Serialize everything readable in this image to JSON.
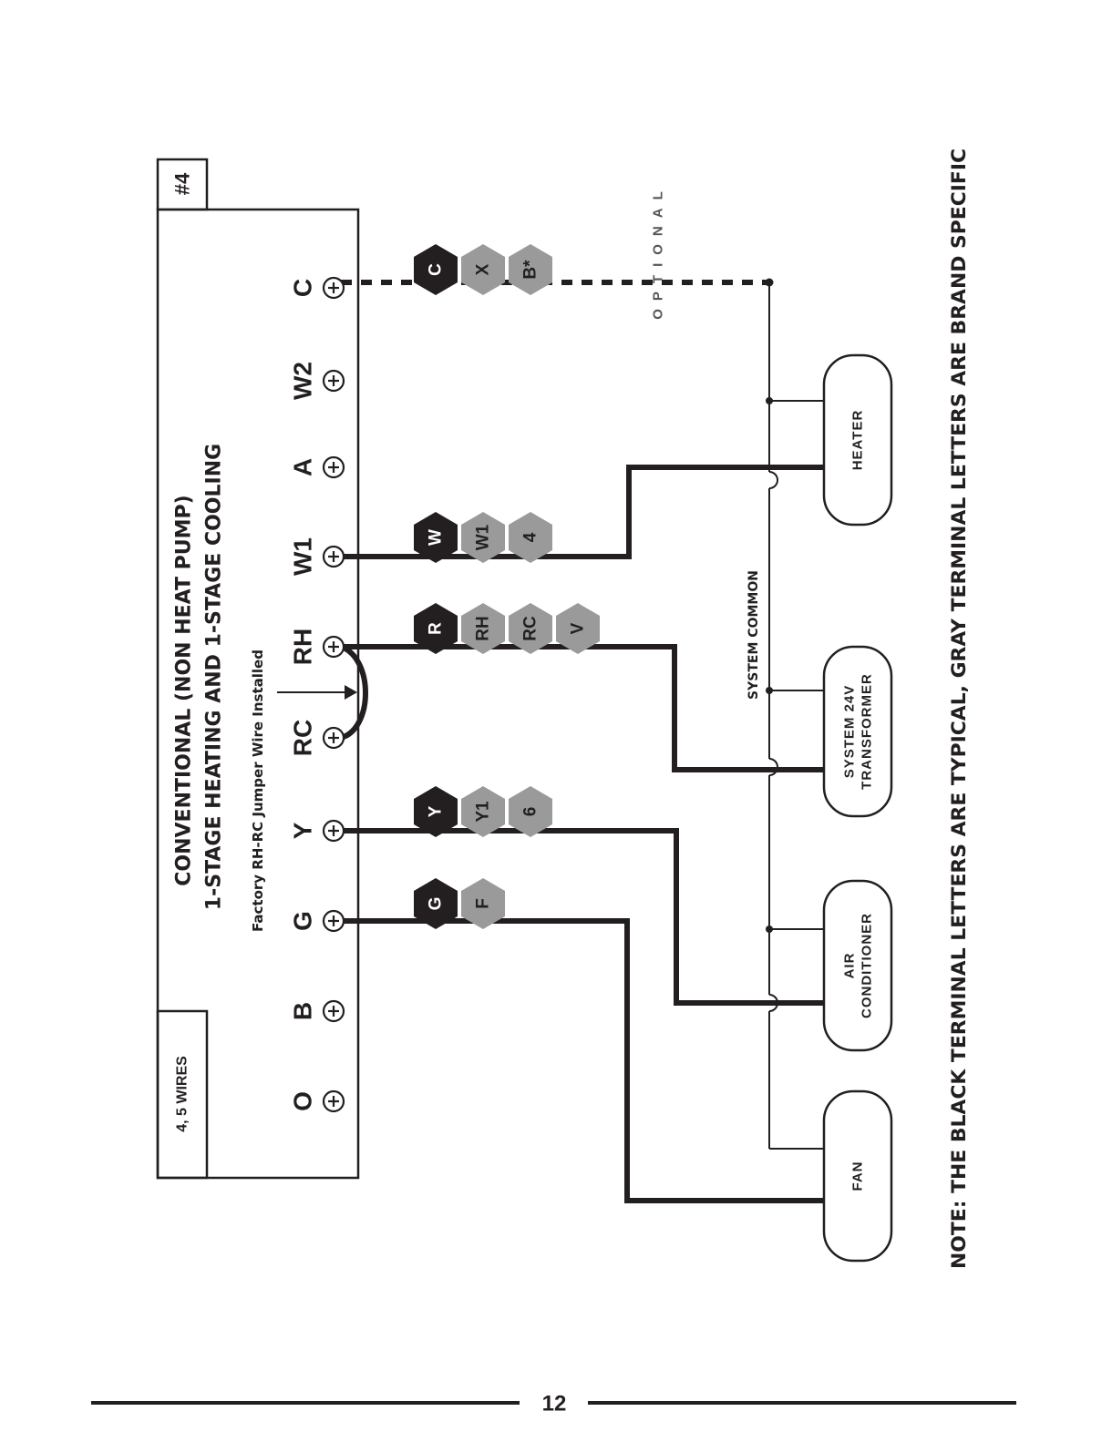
{
  "diagram_number": "#4",
  "wires_label": "4, 5 WIRES",
  "title_line1": "CONVENTIONAL (NON HEAT PUMP)",
  "title_line2": "1-STAGE HEATING AND 1-STAGE COOLING",
  "jumper_note": "Factory RH-RC Jumper Wire Installed",
  "terminals": [
    "O",
    "B",
    "G",
    "Y",
    "RC",
    "RH",
    "W1",
    "A",
    "W2",
    "C"
  ],
  "wire_tags": {
    "C": [
      "C",
      "X",
      "B*"
    ],
    "W1": [
      "W",
      "W1",
      "4"
    ],
    "RH": [
      "R",
      "RH",
      "RC",
      "V"
    ],
    "Y": [
      "Y",
      "Y1",
      "6"
    ],
    "G": [
      "G",
      "F"
    ]
  },
  "optional_label": "OPTIONAL",
  "system_common_label": "SYSTEM COMMON",
  "equipment": {
    "heater": "HEATER",
    "transformer_line1": "SYSTEM 24V",
    "transformer_line2": "TRANSFORMER",
    "ac_line1": "AIR",
    "ac_line2": "CONDITIONER",
    "fan": "FAN"
  },
  "note": "NOTE: THE BLACK TERMINAL LETTERS ARE TYPICAL, GRAY TERMINAL LETTERS ARE BRAND SPECIFIC",
  "page_number": "12",
  "colors": {
    "ink": "#231f20",
    "tag_dark": "#231f20",
    "tag_gray": "#9a9a9a"
  }
}
